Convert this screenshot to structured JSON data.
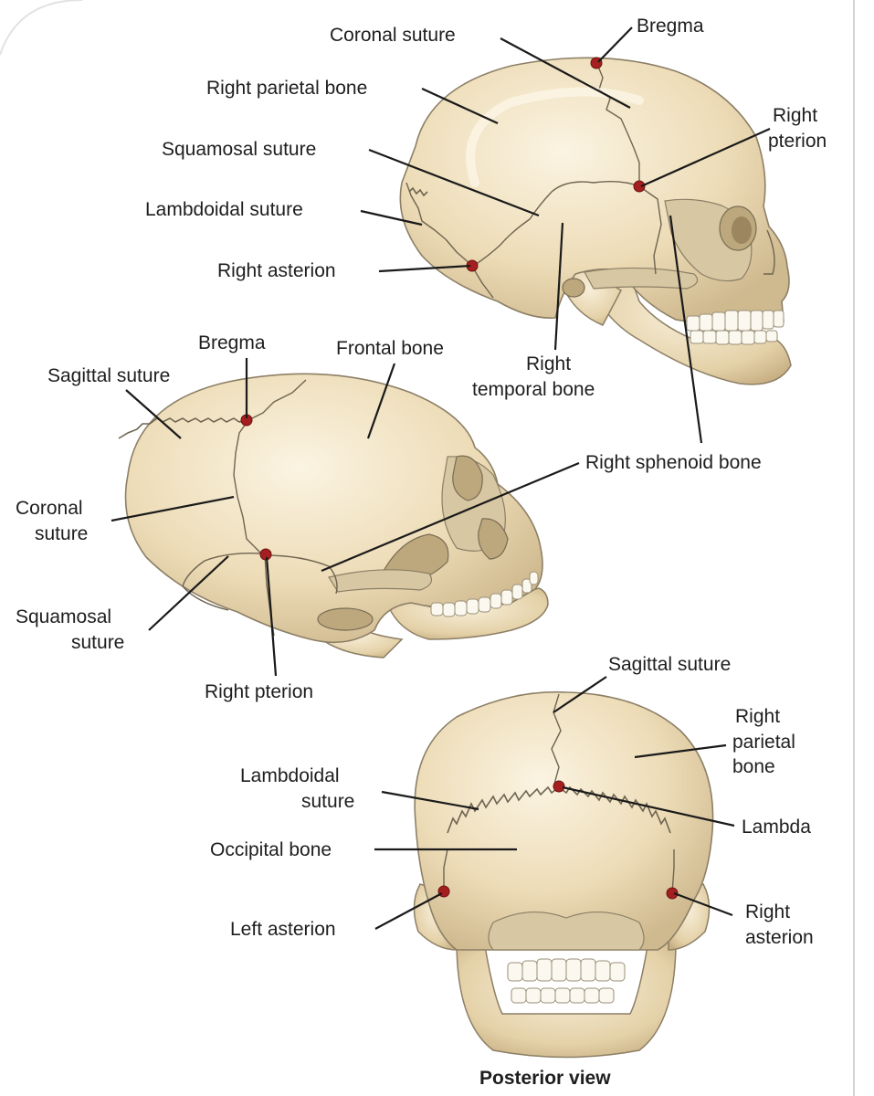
{
  "labels": {
    "top_coronal_suture": "Coronal suture",
    "top_bregma": "Bregma",
    "top_right_parietal_bone": "Right parietal bone",
    "top_right_pterion_1": "Right",
    "top_right_pterion_2": "pterion",
    "top_squamosal_suture": "Squamosal suture",
    "top_lambdoidal_suture": "Lambdoidal suture",
    "top_right_asterion": "Right asterion",
    "top_right_temporal_1": "Right",
    "top_right_temporal_2": "temporal bone",
    "mid_bregma": "Bregma",
    "mid_frontal_bone": "Frontal bone",
    "mid_sagittal_suture": "Sagittal suture",
    "right_sphenoid_bone": "Right sphenoid bone",
    "mid_coronal_1": "Coronal",
    "mid_coronal_2": "suture",
    "mid_squamosal_1": "Squamosal",
    "mid_squamosal_2": "suture",
    "mid_right_pterion": "Right pterion",
    "post_sagittal_suture": "Sagittal suture",
    "post_right_parietal_1": "Right",
    "post_right_parietal_2": "parietal",
    "post_right_parietal_3": "bone",
    "post_lambdoidal_1": "Lambdoidal",
    "post_lambdoidal_2": "suture",
    "post_lambda": "Lambda",
    "post_occipital_bone": "Occipital bone",
    "post_left_asterion": "Left asterion",
    "post_right_asterion_1": "Right",
    "post_right_asterion_2": "asterion",
    "caption": "Posterior view"
  },
  "colors": {
    "bone_light": "#f6ecd4",
    "bone_mid": "#e8d7b0",
    "bone_dark": "#c9b188",
    "landmark_dot": "#a41f1f",
    "label_text": "#1e1e1e"
  }
}
